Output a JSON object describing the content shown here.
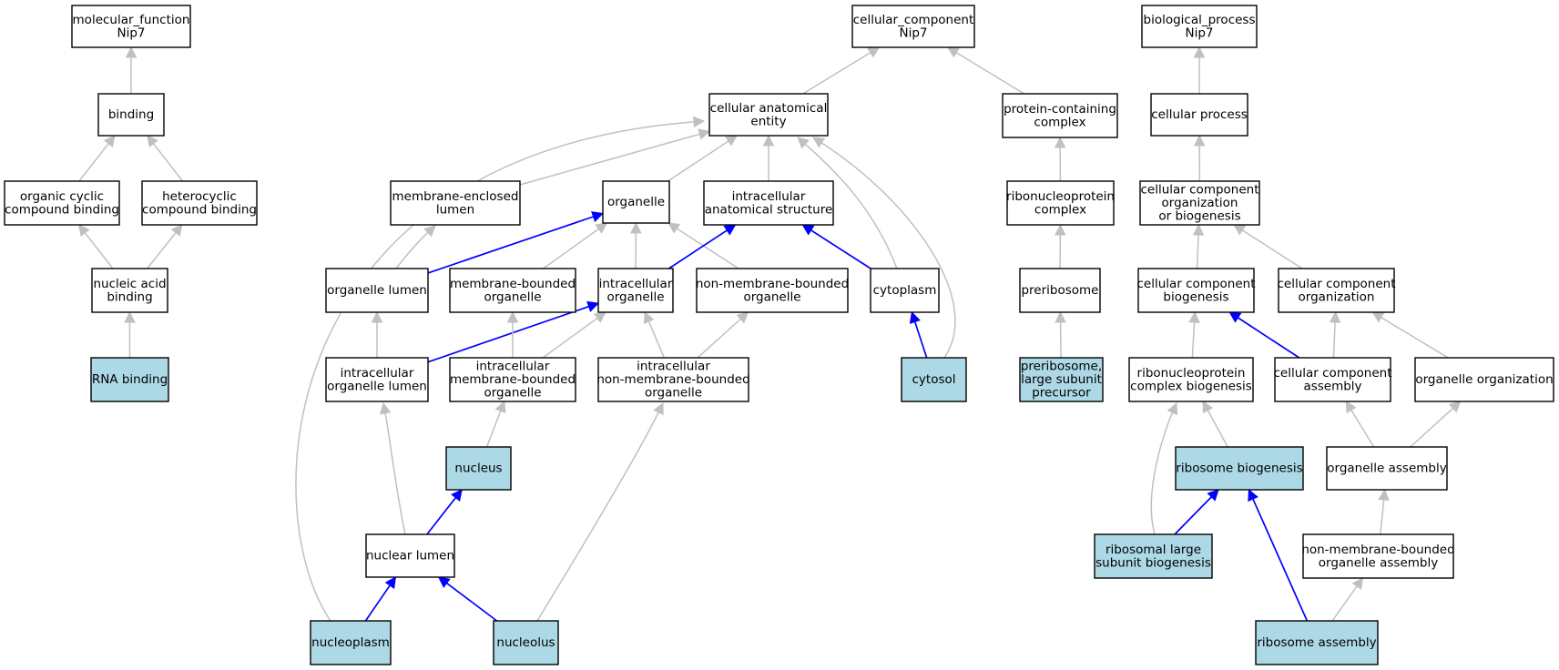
{
  "colors": {
    "node_fill": "#ffffff",
    "annotated_fill": "#add8e6",
    "node_border": "#000000",
    "edge_gray": "#c0c0c0",
    "edge_blue": "#0000ff"
  },
  "nodes": {
    "mf_root": {
      "lines": [
        "molecular_function",
        "Nip7"
      ],
      "annotated": false
    },
    "binding": {
      "lines": [
        "binding"
      ],
      "annotated": false
    },
    "ocb": {
      "lines": [
        "organic cyclic",
        "compound binding"
      ],
      "annotated": false
    },
    "hcb": {
      "lines": [
        "heterocyclic",
        "compound binding"
      ],
      "annotated": false
    },
    "nab": {
      "lines": [
        "nucleic acid",
        "binding"
      ],
      "annotated": false
    },
    "rnab": {
      "lines": [
        "RNA binding"
      ],
      "annotated": true
    },
    "cc_root": {
      "lines": [
        "cellular_component",
        "Nip7"
      ],
      "annotated": false
    },
    "cae": {
      "lines": [
        "cellular anatomical",
        "entity"
      ],
      "annotated": false
    },
    "pcc": {
      "lines": [
        "protein-containing",
        "complex"
      ],
      "annotated": false
    },
    "mel": {
      "lines": [
        "membrane-enclosed",
        "lumen"
      ],
      "annotated": false
    },
    "organelle": {
      "lines": [
        "organelle"
      ],
      "annotated": false
    },
    "ias": {
      "lines": [
        "intracellular",
        "anatomical structure"
      ],
      "annotated": false
    },
    "rnpc": {
      "lines": [
        "ribonucleoprotein",
        "complex"
      ],
      "annotated": false
    },
    "ol": {
      "lines": [
        "organelle lumen"
      ],
      "annotated": false
    },
    "mbo": {
      "lines": [
        "membrane-bounded",
        "organelle"
      ],
      "annotated": false
    },
    "io": {
      "lines": [
        "intracellular",
        "organelle"
      ],
      "annotated": false
    },
    "nmbo": {
      "lines": [
        "non-membrane-bounded",
        "organelle"
      ],
      "annotated": false
    },
    "cyto": {
      "lines": [
        "cytoplasm"
      ],
      "annotated": false
    },
    "prerib": {
      "lines": [
        "preribosome"
      ],
      "annotated": false
    },
    "iol": {
      "lines": [
        "intracellular",
        "organelle lumen"
      ],
      "annotated": false
    },
    "imbo": {
      "lines": [
        "intracellular",
        "membrane-bounded",
        "organelle"
      ],
      "annotated": false
    },
    "inmbo": {
      "lines": [
        "intracellular",
        "non-membrane-bounded",
        "organelle"
      ],
      "annotated": false
    },
    "cytosol": {
      "lines": [
        "cytosol"
      ],
      "annotated": true
    },
    "preribl": {
      "lines": [
        "preribosome,",
        "large subunit",
        "precursor"
      ],
      "annotated": true
    },
    "nucleus": {
      "lines": [
        "nucleus"
      ],
      "annotated": true
    },
    "nlumen": {
      "lines": [
        "nuclear lumen"
      ],
      "annotated": false
    },
    "nucleoplasm": {
      "lines": [
        "nucleoplasm"
      ],
      "annotated": true
    },
    "nucleolus": {
      "lines": [
        "nucleolus"
      ],
      "annotated": true
    },
    "bp_root": {
      "lines": [
        "biological_process",
        "Nip7"
      ],
      "annotated": false
    },
    "cp": {
      "lines": [
        "cellular process"
      ],
      "annotated": false
    },
    "ccob": {
      "lines": [
        "cellular component",
        "organization",
        "or biogenesis"
      ],
      "annotated": false
    },
    "ccb": {
      "lines": [
        "cellular component",
        "biogenesis"
      ],
      "annotated": false
    },
    "cco": {
      "lines": [
        "cellular component",
        "organization"
      ],
      "annotated": false
    },
    "rnpcb": {
      "lines": [
        "ribonucleoprotein",
        "complex biogenesis"
      ],
      "annotated": false
    },
    "cca": {
      "lines": [
        "cellular component",
        "assembly"
      ],
      "annotated": false
    },
    "oo": {
      "lines": [
        "organelle organization"
      ],
      "annotated": false
    },
    "ribob": {
      "lines": [
        "ribosome biogenesis"
      ],
      "annotated": true
    },
    "oa": {
      "lines": [
        "organelle assembly"
      ],
      "annotated": false
    },
    "rlsb": {
      "lines": [
        "ribosomal large",
        "subunit biogenesis"
      ],
      "annotated": true
    },
    "nmboa": {
      "lines": [
        "non-membrane-bounded",
        "organelle assembly"
      ],
      "annotated": false
    },
    "riboa": {
      "lines": [
        "ribosome assembly"
      ],
      "annotated": true
    }
  },
  "edges": [
    {
      "from": "binding",
      "to": "mf_root",
      "color": "gray"
    },
    {
      "from": "ocb",
      "to": "binding",
      "color": "gray"
    },
    {
      "from": "hcb",
      "to": "binding",
      "color": "gray"
    },
    {
      "from": "nab",
      "to": "ocb",
      "color": "gray"
    },
    {
      "from": "nab",
      "to": "hcb",
      "color": "gray"
    },
    {
      "from": "rnab",
      "to": "nab",
      "color": "gray"
    },
    {
      "from": "cae",
      "to": "cc_root",
      "color": "gray"
    },
    {
      "from": "pcc",
      "to": "cc_root",
      "color": "gray"
    },
    {
      "from": "mel",
      "to": "cae",
      "color": "gray"
    },
    {
      "from": "organelle",
      "to": "cae",
      "color": "gray"
    },
    {
      "from": "ias",
      "to": "cae",
      "color": "gray"
    },
    {
      "from": "cyto",
      "to": "cae",
      "color": "gray"
    },
    {
      "from": "cytosol",
      "to": "cae",
      "color": "gray"
    },
    {
      "from": "nucleoplasm",
      "to": "cae",
      "color": "gray"
    },
    {
      "from": "rnpc",
      "to": "pcc",
      "color": "gray"
    },
    {
      "from": "ol",
      "to": "mel",
      "color": "gray"
    },
    {
      "from": "ol",
      "to": "organelle",
      "color": "blue"
    },
    {
      "from": "mbo",
      "to": "organelle",
      "color": "gray"
    },
    {
      "from": "io",
      "to": "organelle",
      "color": "gray"
    },
    {
      "from": "nmbo",
      "to": "organelle",
      "color": "gray"
    },
    {
      "from": "io",
      "to": "ias",
      "color": "blue"
    },
    {
      "from": "cyto",
      "to": "ias",
      "color": "blue"
    },
    {
      "from": "prerib",
      "to": "rnpc",
      "color": "gray"
    },
    {
      "from": "iol",
      "to": "ol",
      "color": "gray"
    },
    {
      "from": "iol",
      "to": "io",
      "color": "blue"
    },
    {
      "from": "imbo",
      "to": "mbo",
      "color": "gray"
    },
    {
      "from": "imbo",
      "to": "io",
      "color": "gray"
    },
    {
      "from": "inmbo",
      "to": "io",
      "color": "gray"
    },
    {
      "from": "inmbo",
      "to": "nmbo",
      "color": "gray"
    },
    {
      "from": "cytosol",
      "to": "cyto",
      "color": "blue"
    },
    {
      "from": "preribl",
      "to": "prerib",
      "color": "gray"
    },
    {
      "from": "nucleus",
      "to": "imbo",
      "color": "gray"
    },
    {
      "from": "nlumen",
      "to": "iol",
      "color": "gray"
    },
    {
      "from": "nlumen",
      "to": "nucleus",
      "color": "blue"
    },
    {
      "from": "nucleoplasm",
      "to": "nlumen",
      "color": "blue"
    },
    {
      "from": "nucleolus",
      "to": "nlumen",
      "color": "blue"
    },
    {
      "from": "nucleolus",
      "to": "inmbo",
      "color": "gray"
    },
    {
      "from": "cp",
      "to": "bp_root",
      "color": "gray"
    },
    {
      "from": "ccob",
      "to": "cp",
      "color": "gray"
    },
    {
      "from": "ccb",
      "to": "ccob",
      "color": "gray"
    },
    {
      "from": "cco",
      "to": "ccob",
      "color": "gray"
    },
    {
      "from": "rnpcb",
      "to": "ccb",
      "color": "gray"
    },
    {
      "from": "cca",
      "to": "ccb",
      "color": "blue"
    },
    {
      "from": "cca",
      "to": "cco",
      "color": "gray"
    },
    {
      "from": "oo",
      "to": "cco",
      "color": "gray"
    },
    {
      "from": "ribob",
      "to": "rnpcb",
      "color": "gray"
    },
    {
      "from": "rlsb",
      "to": "rnpcb",
      "color": "gray"
    },
    {
      "from": "oa",
      "to": "cca",
      "color": "gray"
    },
    {
      "from": "oa",
      "to": "oo",
      "color": "gray"
    },
    {
      "from": "rlsb",
      "to": "ribob",
      "color": "blue"
    },
    {
      "from": "riboa",
      "to": "ribob",
      "color": "blue"
    },
    {
      "from": "nmboa",
      "to": "oa",
      "color": "gray"
    },
    {
      "from": "riboa",
      "to": "nmboa",
      "color": "gray"
    }
  ]
}
